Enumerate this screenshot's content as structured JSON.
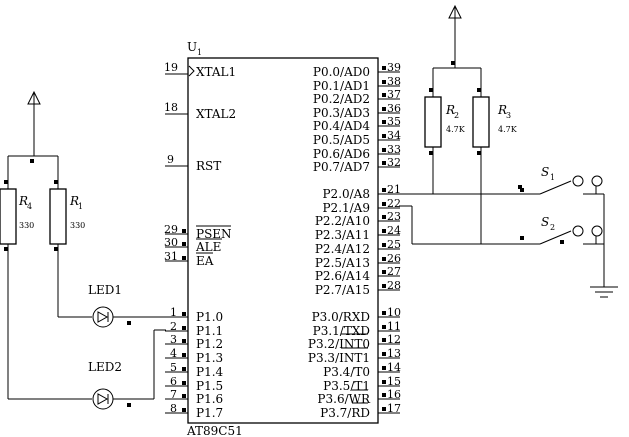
{
  "chip": {
    "ref": "U",
    "ref_sub": "1",
    "part": "AT89C51"
  },
  "left_top_pins": [
    {
      "num": "19",
      "name": "XTAL1"
    },
    {
      "num": "18",
      "name": "XTAL2"
    },
    {
      "num": "9",
      "name": "RST"
    },
    {
      "num": "29",
      "name": "PSEN"
    },
    {
      "num": "30",
      "name": "ALE"
    },
    {
      "num": "31",
      "name": "EA"
    }
  ],
  "left_port1_pins": [
    {
      "num": "1",
      "name": "P1.0"
    },
    {
      "num": "2",
      "name": "P1.1"
    },
    {
      "num": "3",
      "name": "P1.2"
    },
    {
      "num": "4",
      "name": "P1.3"
    },
    {
      "num": "5",
      "name": "P1.4"
    },
    {
      "num": "6",
      "name": "P1.5"
    },
    {
      "num": "7",
      "name": "P1.6"
    },
    {
      "num": "8",
      "name": "P1.7"
    }
  ],
  "right_port0_pins": [
    {
      "num": "39",
      "name": "P0.0/AD0"
    },
    {
      "num": "38",
      "name": "P0.1/AD1"
    },
    {
      "num": "37",
      "name": "P0.2/AD2"
    },
    {
      "num": "36",
      "name": "P0.3/AD3"
    },
    {
      "num": "35",
      "name": "P0.4/AD4"
    },
    {
      "num": "34",
      "name": "P0.5/AD5"
    },
    {
      "num": "33",
      "name": "P0.6/AD6"
    },
    {
      "num": "32",
      "name": "P0.7/AD7"
    }
  ],
  "right_port2_pins": [
    {
      "num": "21",
      "name": "P2.0/A8"
    },
    {
      "num": "22",
      "name": "P2.1/A9"
    },
    {
      "num": "23",
      "name": "P2.2/A10"
    },
    {
      "num": "24",
      "name": "P2.3/A11"
    },
    {
      "num": "25",
      "name": "P2.4/A12"
    },
    {
      "num": "26",
      "name": "P2.5/A13"
    },
    {
      "num": "27",
      "name": "P2.6/A14"
    },
    {
      "num": "28",
      "name": "P2.7/A15"
    }
  ],
  "right_port3_pins": [
    {
      "num": "10",
      "name": "P3.0/RXD"
    },
    {
      "num": "11",
      "name": "P3.1/TXD"
    },
    {
      "num": "12",
      "name": "P3.2/INT0"
    },
    {
      "num": "13",
      "name": "P3.3/INT1"
    },
    {
      "num": "14",
      "name": "P3.4/T0"
    },
    {
      "num": "15",
      "name": "P3.5/T1"
    },
    {
      "num": "16",
      "name": "P3.6/WR"
    },
    {
      "num": "17",
      "name": "P3.7/RD"
    }
  ],
  "resistors": {
    "r4": {
      "letter": "R",
      "sub": "4",
      "value": "330"
    },
    "r1": {
      "letter": "R",
      "sub": "1",
      "value": "330"
    },
    "r2": {
      "letter": "R",
      "sub": "2",
      "value": "4.7K"
    },
    "r3": {
      "letter": "R",
      "sub": "3",
      "value": "4.7K"
    }
  },
  "leds": {
    "led1": "LED1",
    "led2": "LED2"
  },
  "switches": {
    "s1": {
      "letter": "S",
      "sub": "1"
    },
    "s2": {
      "letter": "S",
      "sub": "2"
    }
  }
}
